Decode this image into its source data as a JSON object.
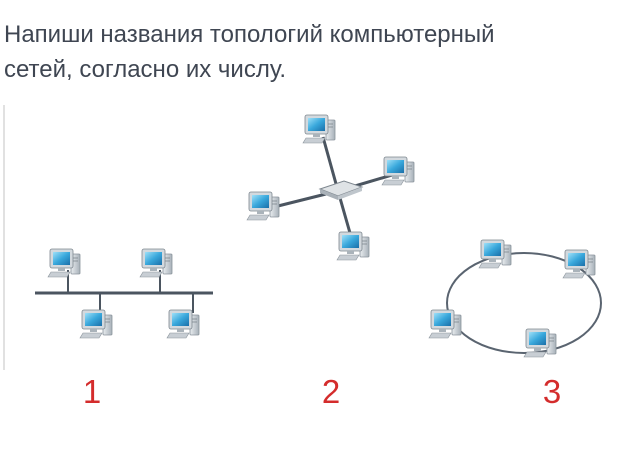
{
  "question": {
    "line1": "Напиши названия топологий компьютерный",
    "line2": "сетей, согласно их числу."
  },
  "diagrams": [
    {
      "label": "1",
      "kind": "bus",
      "computers": 4
    },
    {
      "label": "2",
      "kind": "star",
      "computers": 4
    },
    {
      "label": "3",
      "kind": "ring",
      "computers": 4
    }
  ],
  "colors": {
    "number": "#d42c2c",
    "cable": "#4b5560",
    "text": "#3f4652",
    "screen": "#39a8dc",
    "case": "#c9cfd5"
  }
}
